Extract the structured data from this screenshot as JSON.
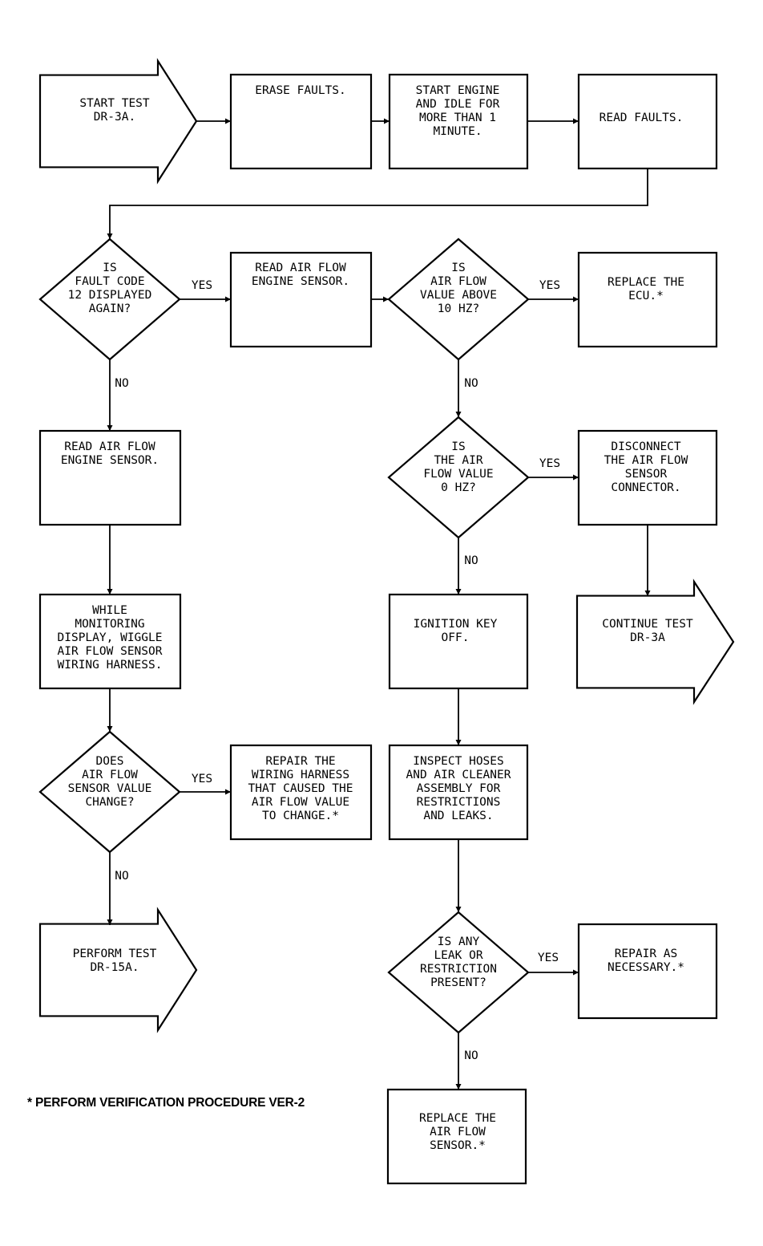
{
  "nodes": {
    "start": [
      "START TEST",
      "DR-3A."
    ],
    "erase": [
      "ERASE FAULTS."
    ],
    "start_engine": [
      "START ENGINE",
      "AND IDLE FOR",
      "MORE THAN 1",
      "MINUTE."
    ],
    "read_faults": [
      "READ FAULTS."
    ],
    "fault12": [
      "IS",
      "FAULT CODE",
      "12 DISPLAYED",
      "AGAIN?"
    ],
    "read_af1": [
      "READ AIR FLOW",
      "ENGINE SENSOR."
    ],
    "af_above10": [
      "IS",
      "AIR FLOW",
      "VALUE ABOVE",
      "10 HZ?"
    ],
    "replace_ecu": [
      "REPLACE THE",
      "ECU.*"
    ],
    "read_af2": [
      "READ AIR FLOW",
      "ENGINE SENSOR."
    ],
    "af_zero": [
      "IS",
      "THE AIR",
      "FLOW VALUE",
      "0 HZ?"
    ],
    "disconnect": [
      "DISCONNECT",
      "THE AIR FLOW",
      "SENSOR",
      "CONNECTOR."
    ],
    "wiggle": [
      "WHILE",
      "MONITORING",
      "DISPLAY, WIGGLE",
      "AIR FLOW SENSOR",
      "WIRING HARNESS."
    ],
    "ign_off": [
      "IGNITION KEY",
      "OFF."
    ],
    "continue": [
      "CONTINUE TEST",
      "DR-3A"
    ],
    "does_change": [
      "DOES",
      "AIR FLOW",
      "SENSOR VALUE",
      "CHANGE?"
    ],
    "repair_harness": [
      "REPAIR THE",
      "WIRING HARNESS",
      "THAT CAUSED THE",
      "AIR FLOW VALUE",
      "TO CHANGE.*"
    ],
    "inspect": [
      "INSPECT HOSES",
      "AND AIR CLEANER",
      "ASSEMBLY FOR",
      "RESTRICTIONS",
      "AND LEAKS."
    ],
    "perform15": [
      "PERFORM TEST",
      "DR-15A."
    ],
    "leak": [
      "IS ANY",
      "LEAK OR",
      "RESTRICTION",
      "PRESENT?"
    ],
    "repair_nec": [
      "REPAIR AS",
      "NECESSARY.*"
    ],
    "replace_sensor": [
      "REPLACE THE",
      "AIR FLOW",
      "SENSOR.*"
    ]
  },
  "labels": {
    "yes": "YES",
    "no": "NO"
  },
  "footnote": "* PERFORM VERIFICATION PROCEDURE VER-2"
}
